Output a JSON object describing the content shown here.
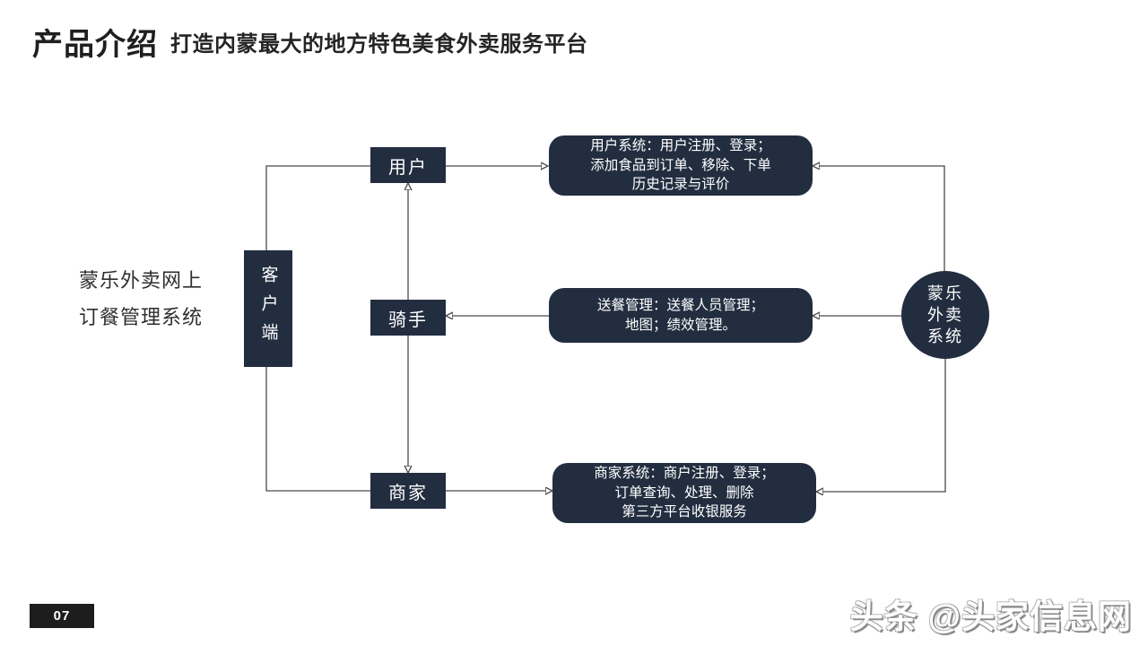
{
  "slide": {
    "title": "产品介绍",
    "subtitle": "打造内蒙最大的地方特色美食外卖服务平台",
    "page_number": "07",
    "watermark": "头条 @头家信息网"
  },
  "diagram": {
    "system_label": [
      "蒙乐外卖网上",
      "订餐管理系统"
    ],
    "client_label": "客户端",
    "nodes": [
      {
        "id": "user",
        "label": "用户"
      },
      {
        "id": "rider",
        "label": "骑手"
      },
      {
        "id": "merchant",
        "label": "商家"
      }
    ],
    "details": [
      {
        "lines": [
          "用户系统：用户注册、登录；",
          "添加食品到订单、移除、下单",
          "历史记录与评价"
        ]
      },
      {
        "lines": [
          "送餐管理：送餐人员管理；",
          "地图；绩效管理。"
        ]
      },
      {
        "lines": [
          "商家系统：商户注册、登录；",
          "订单查询、处理、删除",
          "第三方平台收银服务"
        ]
      }
    ],
    "circle_label": [
      "蒙乐",
      "外卖",
      "系统"
    ],
    "colors": {
      "node_fill": "#222e40",
      "connector": "#4a4a4a",
      "badge_bg": "#1d1d1d"
    }
  }
}
